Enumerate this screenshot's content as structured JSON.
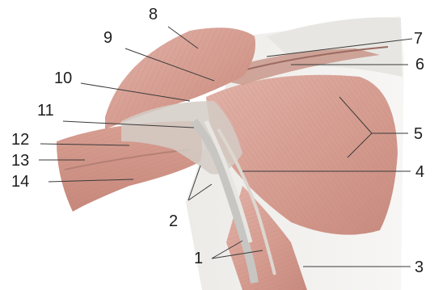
{
  "figure": {
    "subject": "anatomical-illustration-shoulder-pectoral-muscles",
    "colors": {
      "muscle": "#d9a49a",
      "muscle_dark": "#b9786c",
      "tendon": "#e6e2dc",
      "fascia": "#cfd3d4",
      "background": "#ffffff",
      "leader_line": "#3a3a3a"
    },
    "labels": [
      "1",
      "2",
      "3",
      "4",
      "5",
      "6",
      "7",
      "8",
      "9",
      "10",
      "11",
      "12",
      "13",
      "14"
    ]
  }
}
